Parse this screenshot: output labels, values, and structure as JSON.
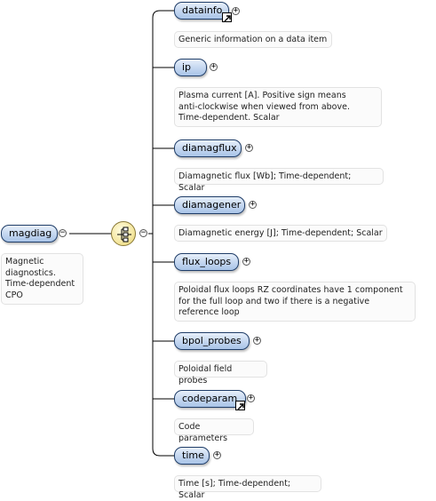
{
  "root": {
    "label": "magdiag",
    "doc": "Magnetic diagnostics. Time-dependent CPO",
    "doc_lines": [
      "Magnetic",
      "diagnostics.",
      "Time-dependent",
      "CPO"
    ]
  },
  "compositor": {
    "kind": "sequence",
    "icon": "sequence-compositor-icon"
  },
  "children": [
    {
      "label": "datainfo",
      "reference": true,
      "doc_lines": [
        "Generic information on a data item"
      ]
    },
    {
      "label": "ip",
      "reference": false,
      "doc_lines": [
        "Plasma current [A]. Positive sign means",
        "anti-clockwise when viewed from above.",
        "Time-dependent. Scalar"
      ]
    },
    {
      "label": "diamagflux",
      "reference": false,
      "doc_lines": [
        "Diamagnetic flux [Wb]; Time-dependent; Scalar"
      ]
    },
    {
      "label": "diamagener",
      "reference": false,
      "doc_lines": [
        "Diamagnetic energy [J]; Time-dependent; Scalar"
      ]
    },
    {
      "label": "flux_loops",
      "reference": false,
      "doc_lines": [
        "Poloidal flux loops RZ coordinates have 1 component",
        "for the full loop and two if there is a negative",
        "reference loop"
      ]
    },
    {
      "label": "bpol_probes",
      "reference": false,
      "doc_lines": [
        "Poloidal field probes"
      ]
    },
    {
      "label": "codeparam",
      "reference": true,
      "doc_lines": [
        "Code parameters"
      ]
    },
    {
      "label": "time",
      "reference": false,
      "doc_lines": [
        "Time [s]; Time-dependent; Scalar"
      ]
    }
  ],
  "toggles": {
    "collapse": "−",
    "expand": "+"
  },
  "colors": {
    "node_border": "#1f3d68",
    "node_fill": "#c9daf1",
    "wire": "#000000",
    "compositor_fill": "#f6e9a6"
  }
}
